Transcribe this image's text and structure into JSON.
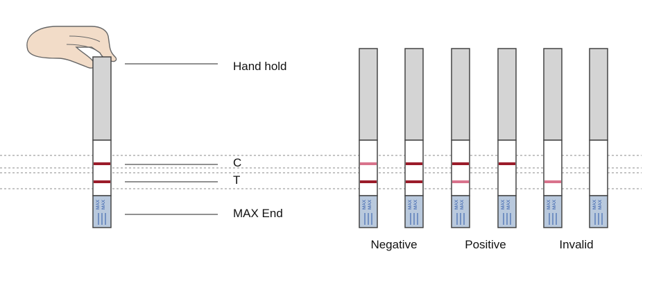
{
  "labels": {
    "hand_hold": "Hand hold",
    "control": "C",
    "test": "T",
    "max_end": "MAX End"
  },
  "groups": {
    "negative": "Negative",
    "positive": "Positive",
    "invalid": "Invalid"
  },
  "strip_marking": "MAX",
  "colors": {
    "strong_line": "#9b1c2a",
    "faint_line": "#d9738c",
    "handle": "#d4d4d4",
    "window": "#ffffff",
    "pad": "#b9c9dd",
    "pad_text": "#2b56a8",
    "outline": "#444444",
    "dashed": "#888888",
    "hand_fill": "#f2dcc8"
  },
  "strips": [
    {
      "name": "example",
      "group": "",
      "c_line": "strong",
      "t_line": "strong"
    },
    {
      "name": "negative-1",
      "group": "negative",
      "c_line": "faint",
      "t_line": "strong"
    },
    {
      "name": "negative-2",
      "group": "negative",
      "c_line": "strong",
      "t_line": "strong"
    },
    {
      "name": "positive-1",
      "group": "positive",
      "c_line": "strong",
      "t_line": "faint"
    },
    {
      "name": "positive-2",
      "group": "positive",
      "c_line": "strong",
      "t_line": "none"
    },
    {
      "name": "invalid-1",
      "group": "invalid",
      "c_line": "none",
      "t_line": "faint"
    },
    {
      "name": "invalid-2",
      "group": "invalid",
      "c_line": "none",
      "t_line": "none"
    }
  ]
}
